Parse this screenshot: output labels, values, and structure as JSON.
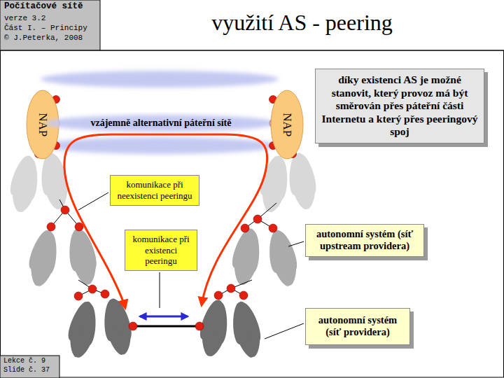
{
  "diagram": {
    "title": "využití AS - peering",
    "nodes": [
      {
        "text": [
          "NAP"
        ]
      },
      {
        "text": [
          "vzájemně alternativní páteřní sítě"
        ]
      },
      {
        "text": [
          "NAP"
        ]
      },
      {
        "text": [
          "díky existenci AS je možné stanovit, který provoz má být směrován přes páteřní části Internetu a který přes peeringový spoj"
        ]
      },
      {
        "text": [
          "komunikace při neexistenci peeringu"
        ]
      },
      {
        "text": [
          "komunikace při existenci peeringu"
        ]
      },
      {
        "text": [
          "autonomní systém (síť upstream providera)"
        ]
      },
      {
        "text": [
          "autonomní systém (síť providera)"
        ]
      }
    ],
    "labels": [
      "Počítačové sítě",
      "verze 3.2",
      "Část I. – Principy",
      "© J.Peterka, 2008",
      "Lekce č. 9",
      "Slide č. 37"
    ]
  }
}
